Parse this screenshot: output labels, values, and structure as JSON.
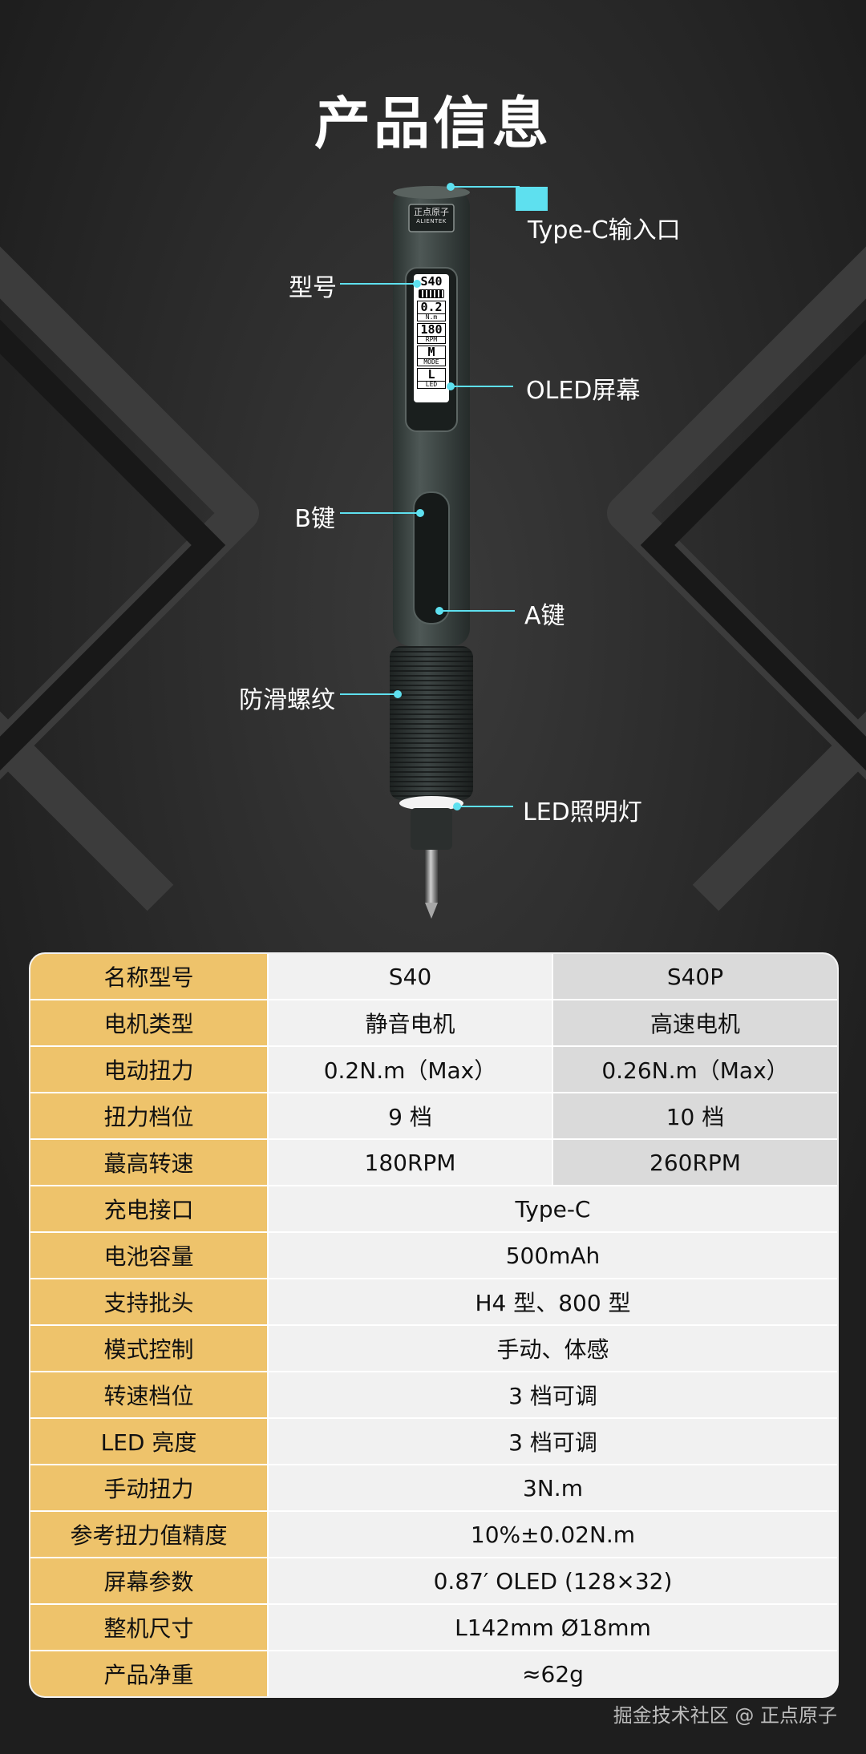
{
  "page": {
    "title": "产品信息",
    "watermark": "掘金技术社区 @ 正点原子"
  },
  "device": {
    "brand_text": "正点原子",
    "brand_sub": "ALIENTEK",
    "screen": {
      "model": "S40",
      "torque_value": "0.2",
      "torque_unit": "N.m",
      "rpm_value": "180",
      "rpm_unit": "RPM",
      "mode_value": "M",
      "mode_unit": "MODE",
      "led_value": "L",
      "led_unit": "LED"
    }
  },
  "callouts": {
    "typec": "Type-C输入口",
    "model": "型号",
    "oled": "OLED屏幕",
    "b_key": "B键",
    "a_key": "A键",
    "grip": "防滑螺纹",
    "led": "LED照明灯"
  },
  "colors": {
    "label_bg": "#eec36b",
    "accent": "#5ee0ef",
    "value_bg": "#f1f1f1",
    "value2_bg": "#dadada"
  },
  "specs": {
    "rows": [
      {
        "label": "名称型号",
        "a": "S40",
        "b": "S40P"
      },
      {
        "label": "电机类型",
        "a": "静音电机",
        "b": "高速电机"
      },
      {
        "label": "电动扭力",
        "a": "0.2N.m（Max）",
        "b": "0.26N.m（Max）"
      },
      {
        "label": "扭力档位",
        "a": "9 档",
        "b": "10 档"
      },
      {
        "label": "蕞高转速",
        "a": "180RPM",
        "b": "260RPM"
      },
      {
        "label": "充电接口",
        "value": "Type-C"
      },
      {
        "label": "电池容量",
        "value": "500mAh"
      },
      {
        "label": "支持批头",
        "value": "H4 型、800 型"
      },
      {
        "label": "模式控制",
        "value": "手动、体感"
      },
      {
        "label": "转速档位",
        "value": "3 档可调"
      },
      {
        "label": "LED 亮度",
        "value": "3 档可调"
      },
      {
        "label": "手动扭力",
        "value": "3N.m"
      },
      {
        "label": "参考扭力值精度",
        "value": "10%±0.02N.m"
      },
      {
        "label": "屏幕参数",
        "value": "0.87′ OLED (128×32)"
      },
      {
        "label": "整机尺寸",
        "value": "L142mm Ø18mm"
      },
      {
        "label": "产品净重",
        "value": "≈62g"
      }
    ]
  }
}
